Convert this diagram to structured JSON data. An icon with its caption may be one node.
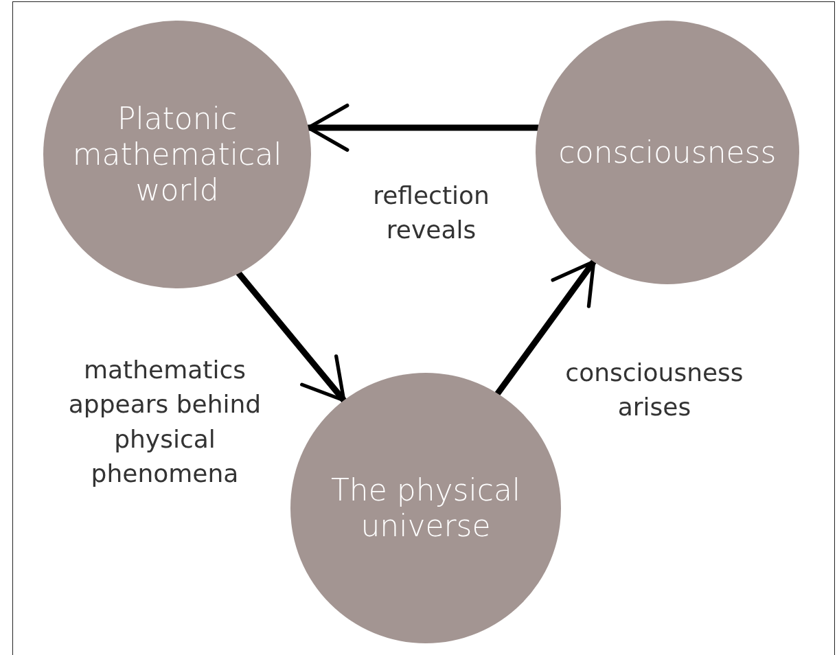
{
  "diagram": {
    "nodes": [
      {
        "text": [
          "Platonic mathematical world"
        ]
      },
      {
        "text": [
          "consciousness"
        ]
      },
      {
        "text": [
          "The physical universe"
        ]
      }
    ],
    "edges": [
      {
        "from": 1,
        "to": 0,
        "arrow": "to",
        "label": "reflection reveals"
      },
      {
        "from": 0,
        "to": 2,
        "arrow": "to",
        "label": "mathematics appears behind physical phenomena"
      },
      {
        "from": 2,
        "to": 1,
        "arrow": "to",
        "label": "consciousness arises"
      }
    ]
  }
}
